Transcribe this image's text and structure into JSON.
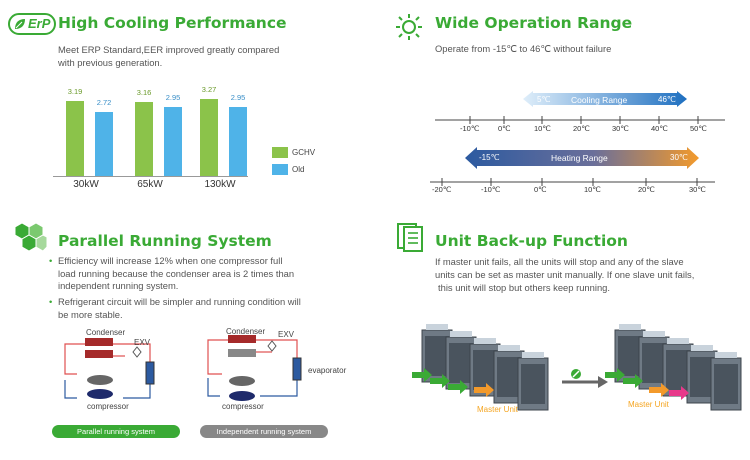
{
  "colors": {
    "green": "#3aaa35",
    "gchv": "#8bc34a",
    "old": "#4fb3e8",
    "orange": "#f39a2b",
    "blue": "#2c5aa0",
    "gray": "#888888",
    "pink": "#e8388a"
  },
  "cooling": {
    "badge": "ErP",
    "title": "High Cooling Performance",
    "desc": [
      "Meet ERP Standard,EER improved greatly compared",
      "with previous generation."
    ],
    "legend": [
      "GCHV",
      "Old"
    ],
    "chart_data": {
      "type": "bar",
      "categories": [
        "30kW",
        "65kW",
        "130kW"
      ],
      "series": [
        {
          "name": "GCHV",
          "values": [
            3.19,
            3.16,
            3.27
          ]
        },
        {
          "name": "Old",
          "values": [
            2.72,
            2.95,
            2.95
          ]
        }
      ],
      "value_labels": [
        [
          "3.19",
          "2.72"
        ],
        [
          "3.16",
          "2.95"
        ],
        [
          "3.27",
          "2.95"
        ]
      ]
    }
  },
  "range": {
    "title": "Wide Operation Range",
    "desc": "Operate from -15℃ to 46℃ without failure",
    "cooling": {
      "label": "Cooling Range",
      "min": "5℃",
      "max": "46℃",
      "from": 5,
      "to": 46
    },
    "cooling_axis": {
      "ticks": [
        "-10℃",
        "0℃",
        "10℃",
        "20℃",
        "30℃",
        "40℃",
        "50℃"
      ]
    },
    "heating": {
      "label": "Heating Range",
      "min": "-15℃",
      "max": "30℃",
      "from": -15,
      "to": 30
    },
    "heating_axis": {
      "ticks": [
        "-20℃",
        "-10℃",
        "0℃",
        "10℃",
        "20℃",
        "30℃"
      ]
    }
  },
  "parallel": {
    "title": "Parallel Running System",
    "bullets": [
      [
        "Efficiency will increase 12% when one compressor full",
        "load running because the condenser area is 2 times than",
        "independent running system."
      ],
      [
        "Refrigerant circuit will be simpler and running condition will",
        "be more stable."
      ]
    ],
    "diag1": {
      "condenser": "Condenser",
      "exv": "EXV",
      "compressor": "compressor",
      "caption": "Parallel running system"
    },
    "diag2": {
      "condenser": "Condenser",
      "exv": "EXV",
      "evaporator": "evaporator",
      "compressor": "compressor",
      "caption": "Independent running system"
    }
  },
  "backup": {
    "title": "Unit Back-up Function",
    "desc": [
      "If master unit fails, all the units will stop and any of the slave",
      "units can be set as master unit manually. If one slave unit fails,",
      "this unit will stop but others keep running."
    ],
    "master_left": "Master Unit",
    "master_right": "Master Unit"
  }
}
